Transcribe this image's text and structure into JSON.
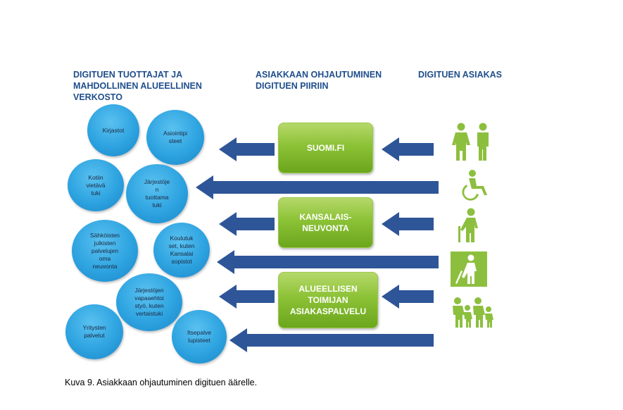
{
  "headers": {
    "producers": "DIGITUEN TUOTTAJAT JA\nMAHDOLLINEN ALUEELLINEN\nVERKOSTO",
    "guidance": "ASIAKKAAN  OHJAUTUMINEN\n DIGITUEN PIIRIIN",
    "customer": "DIGITUEN ASIAKAS"
  },
  "producers": [
    "Kirjastot",
    "Asiointipi\nsteet",
    "Kotiin\nvietävä\ntuki",
    "Järjestöje\nn\ntuottama\ntuki",
    "Sähköisten\njulkisten\npalvelujen\noma\nneuvonta",
    "Koulutuk\nset, kuten\nKansalai\nsopistot",
    "Järjestöjen\nvapaaehtoi\nstyö, kuten\nvertaistuki",
    "Yritysten\npalvelut",
    "Itsepalve\nlupisteet"
  ],
  "channels": [
    "SUOMI.FI",
    "KANSALAIS-\nNEUVONTA",
    "ALUEELLISEN\nTOIMIJAN\nASIAKASPALVELU"
  ],
  "customer_icons": [
    "couple-icon",
    "wheelchair-user-icon",
    "elderly-person-cane-icon",
    "visually-impaired-person-icon",
    "family-icon"
  ],
  "colors": {
    "arrow": "#2E5597",
    "header_text": "#1F4E8C",
    "bubble": "#2DA3E0",
    "channel_box": "#8CC236",
    "icon": "#8DBF3F"
  },
  "caption": "Kuva 9. Asiakkaan ohjautuminen digituen äärelle."
}
